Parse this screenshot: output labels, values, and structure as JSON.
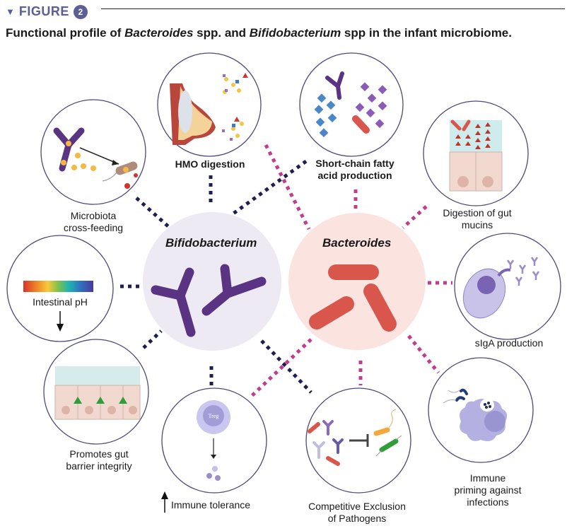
{
  "header": {
    "figure_label": "FIGURE",
    "figure_number": "2",
    "title_parts": [
      "Functional profile of ",
      "Bacteroides",
      " spp. and ",
      "Bifidobacterium",
      " spp in the infant microbiome."
    ]
  },
  "centers": {
    "bifidobacterium": {
      "label": "Bifidobacterium",
      "bg_color": "#edeaf4",
      "organism_color": "#5a3382"
    },
    "bacteroides": {
      "label": "Bacteroides",
      "bg_color": "#fbe3e0",
      "organism_color": "#d9564d"
    }
  },
  "connector_colors": {
    "bifidobacterium": "#1f1f4f",
    "bacteroides": "#c33b8a"
  },
  "functions": [
    {
      "id": "cross-feeding",
      "label_lines": [
        "Microbiota",
        "cross-feeding"
      ],
      "linked_to": [
        "bifidobacterium"
      ]
    },
    {
      "id": "hmo-digestion",
      "label_lines": [
        "HMO digestion"
      ],
      "bold": true,
      "linked_to": [
        "bifidobacterium",
        "bacteroides"
      ]
    },
    {
      "id": "scfa-production",
      "label_lines": [
        "Short-chain fatty",
        "acid production"
      ],
      "bold": true,
      "linked_to": [
        "bifidobacterium",
        "bacteroides"
      ]
    },
    {
      "id": "mucin-digestion",
      "label_lines": [
        "Digestion of gut",
        "mucins"
      ],
      "linked_to": [
        "bacteroides"
      ]
    },
    {
      "id": "intestinal-ph",
      "label_lines": [
        "Intestinal pH"
      ],
      "direction": "decrease",
      "linked_to": [
        "bifidobacterium"
      ]
    },
    {
      "id": "siga-production",
      "label_lines": [
        "sIgA production"
      ],
      "linked_to": [
        "bacteroides"
      ]
    },
    {
      "id": "gut-barrier",
      "label_lines": [
        "Promotes gut",
        "barrier integrity"
      ],
      "linked_to": [
        "bifidobacterium"
      ]
    },
    {
      "id": "immune-tolerance",
      "label_lines": [
        "Immune tolerance"
      ],
      "direction": "increase",
      "cell_label": "Treg",
      "linked_to": [
        "bifidobacterium",
        "bacteroides"
      ]
    },
    {
      "id": "competitive-exclusion",
      "label_lines": [
        "Competitive Exclusion",
        "of Pathogens"
      ],
      "linked_to": [
        "bifidobacterium",
        "bacteroides"
      ]
    },
    {
      "id": "immune-priming",
      "label_lines": [
        "Immune",
        "priming against",
        "infections"
      ],
      "linked_to": [
        "bacteroides"
      ]
    }
  ]
}
